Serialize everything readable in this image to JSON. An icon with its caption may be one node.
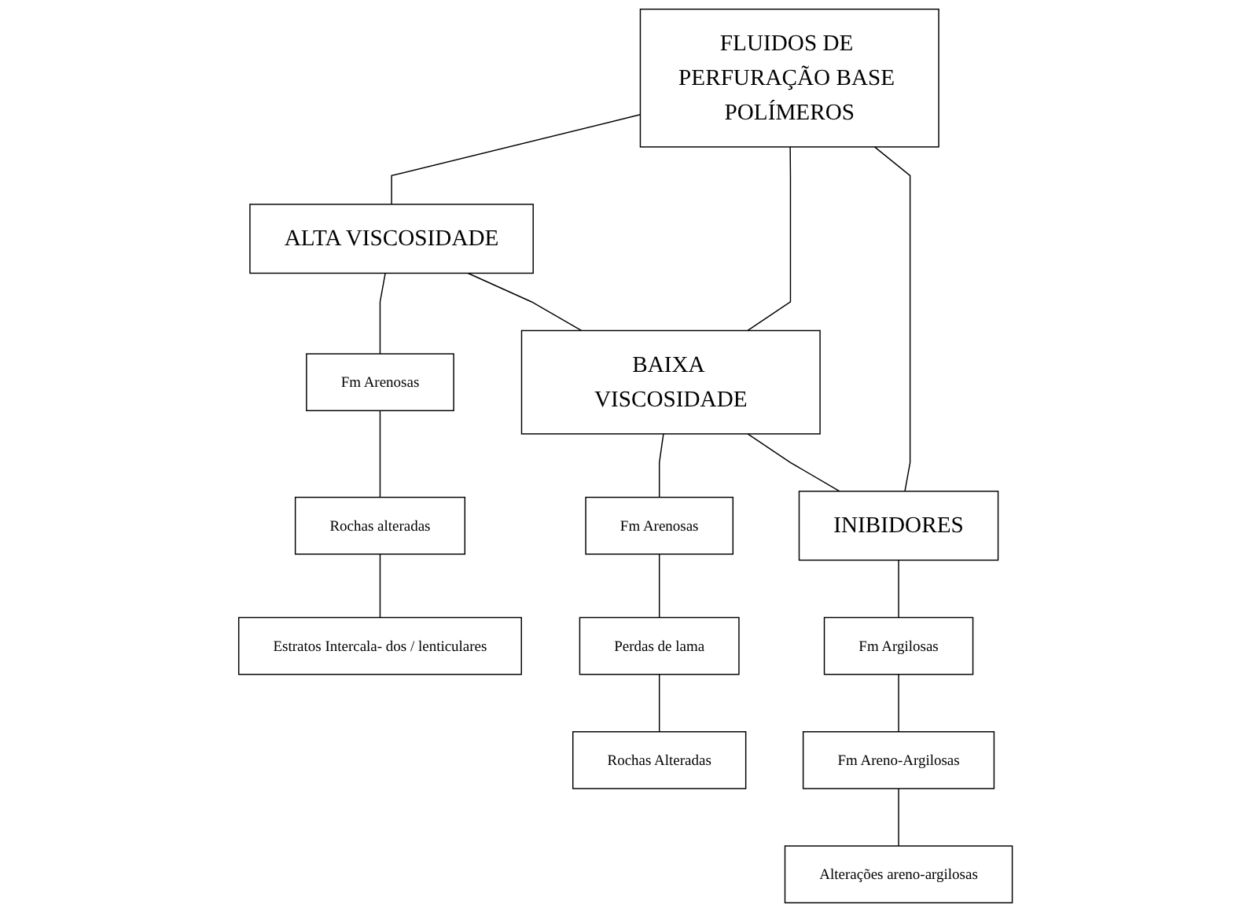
{
  "diagram": {
    "nodes": [
      {
        "text": [
          "FLUIDOS DE PERFURAÇÃO BASE POLÍMEROS"
        ]
      },
      {
        "text": [
          "ALTA VISCOSIDADE"
        ]
      },
      {
        "text": [
          "BAIXA VISCOSIDADE"
        ]
      },
      {
        "text": [
          "INIBIDORES"
        ]
      },
      {
        "text": [
          "Fm Arenosas"
        ]
      },
      {
        "text": [
          "Rochas alteradas"
        ]
      },
      {
        "text": [
          "Estratos Intercala- dos / lenticulares"
        ]
      },
      {
        "text": [
          "Fm Arenosas"
        ]
      },
      {
        "text": [
          "Perdas de lama"
        ]
      },
      {
        "text": [
          "Rochas Alteradas"
        ]
      },
      {
        "text": [
          "Fm Argilosas"
        ]
      },
      {
        "text": [
          "Fm Areno-Argilosas"
        ]
      },
      {
        "text": [
          "Alterações areno-argilosas"
        ]
      }
    ],
    "edges": [
      {
        "from": 0,
        "to": 1,
        "arrow": "none"
      },
      {
        "from": 0,
        "to": 2,
        "arrow": "none"
      },
      {
        "from": 0,
        "to": 3,
        "arrow": "none"
      },
      {
        "from": 1,
        "to": 2,
        "arrow": "none"
      },
      {
        "from": 2,
        "to": 3,
        "arrow": "none"
      },
      {
        "from": 1,
        "to": 4,
        "arrow": "none"
      },
      {
        "from": 4,
        "to": 5,
        "arrow": "none"
      },
      {
        "from": 5,
        "to": 6,
        "arrow": "none"
      },
      {
        "from": 2,
        "to": 7,
        "arrow": "none"
      },
      {
        "from": 7,
        "to": 8,
        "arrow": "none"
      },
      {
        "from": 8,
        "to": 9,
        "arrow": "none"
      },
      {
        "from": 3,
        "to": 10,
        "arrow": "none"
      },
      {
        "from": 10,
        "to": 11,
        "arrow": "none"
      },
      {
        "from": 11,
        "to": 12,
        "arrow": "none"
      }
    ]
  }
}
